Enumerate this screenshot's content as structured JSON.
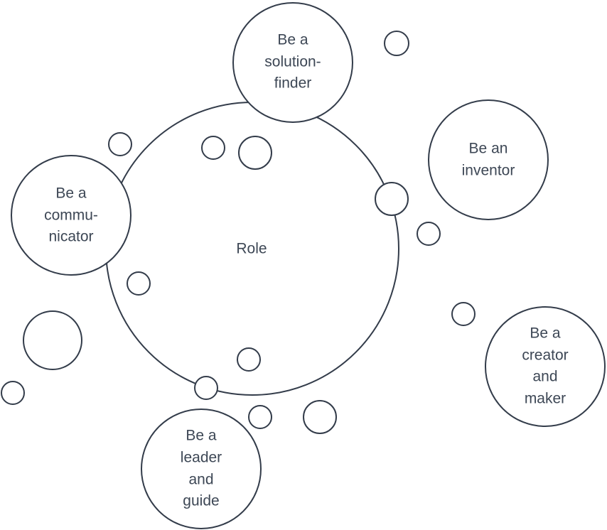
{
  "diagram": {
    "center_label": "Role",
    "roles": [
      {
        "id": "solution-finder",
        "lines": [
          "Be a",
          "solution-",
          "finder"
        ]
      },
      {
        "id": "inventor",
        "lines": [
          "Be an",
          "inventor"
        ]
      },
      {
        "id": "communicator",
        "lines": [
          "Be a",
          "commu-",
          "nicator"
        ]
      },
      {
        "id": "creator-maker",
        "lines": [
          "Be a",
          "creator",
          "and",
          "maker"
        ]
      },
      {
        "id": "leader-guide",
        "lines": [
          "Be a",
          "leader",
          "and",
          "guide"
        ]
      }
    ]
  },
  "colors": {
    "stroke": "#333c4a",
    "text": "#3d4755",
    "background": "#ffffff"
  }
}
